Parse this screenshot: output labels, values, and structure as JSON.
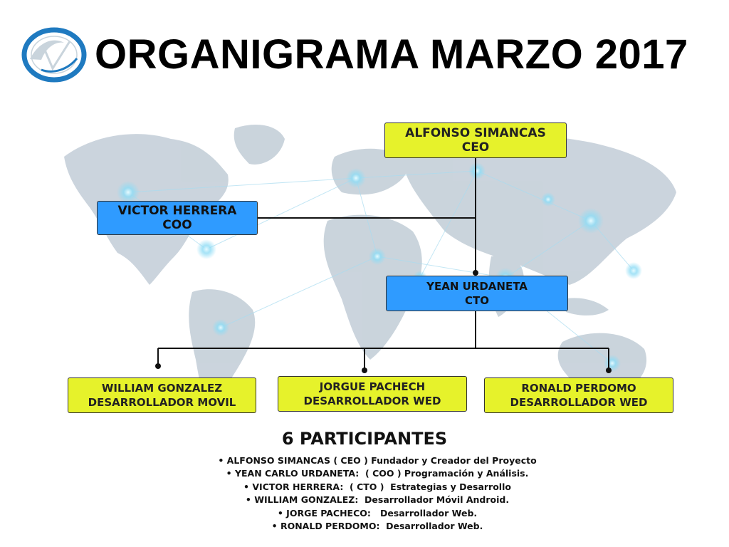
{
  "slide": {
    "title": "ORGANIGRAMA MARZO 2017",
    "logo_icon": "circle-swoosh-logo",
    "background_icon": "world-map-network",
    "colors": {
      "yellow_box": "#e6f22b",
      "blue_box": "#2f9bff",
      "logo_blue": "#1f7ac0"
    }
  },
  "org": {
    "ceo": {
      "name": "ALFONSO SIMANCAS",
      "role": "CEO"
    },
    "coo": {
      "name": "VICTOR HERRERA",
      "role": "COO"
    },
    "cto": {
      "name": "YEAN URDANETA",
      "role": "CTO"
    },
    "developers": [
      {
        "name": "WILLIAM GONZALEZ",
        "role": "DESARROLLADOR MOVIL"
      },
      {
        "name": "JORGUE PACHECH",
        "role": "DESARROLLADOR WED"
      },
      {
        "name": "RONALD PERDOMO",
        "role": "DESARROLLADOR WED"
      }
    ]
  },
  "participants": {
    "heading": "6 PARTICIPANTES",
    "items": [
      "• ALFONSO SIMANCAS ( CEO ) Fundador y Creador del Proyecto",
      "• YEAN CARLO URDANETA:  ( COO ) Programación y Análisis.",
      "• VICTOR HERRERA:  ( CTO )  Estrategias y Desarrollo",
      "• WILLIAM GONZALEZ:  Desarrollador Móvil Android.",
      "• JORGE PACHECO:   Desarrollador Web.",
      "• RONALD PERDOMO:  Desarrollador Web."
    ]
  }
}
